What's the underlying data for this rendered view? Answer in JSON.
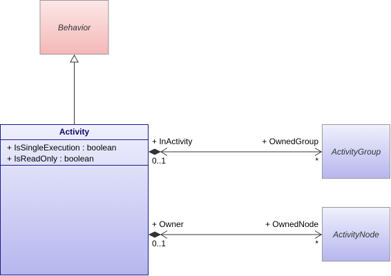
{
  "classes": {
    "behavior": {
      "name": "Behavior"
    },
    "activity": {
      "name": "Activity",
      "attributes": [
        "+ IsSingleExecution : boolean",
        "+ IsReadOnly : boolean"
      ]
    },
    "activity_group": {
      "name": "ActivityGroup"
    },
    "activity_node": {
      "name": "ActivityNode"
    }
  },
  "associations": {
    "group": {
      "source_role": "+ InActivity",
      "source_mult": "0..1",
      "target_role": "+ OwnedGroup",
      "target_mult": "*"
    },
    "node": {
      "source_role": "+ Owner",
      "source_mult": "0..1",
      "target_role": "+ OwnedNode",
      "target_mult": "*"
    }
  },
  "colors": {
    "behavior_fill_top": "#fde7e7",
    "behavior_fill_bottom": "#f4b8b8",
    "activity_fill_top": "#e4e4fb",
    "activity_fill_bottom": "#b8b8ef",
    "activity_border": "#1a1a8a"
  }
}
